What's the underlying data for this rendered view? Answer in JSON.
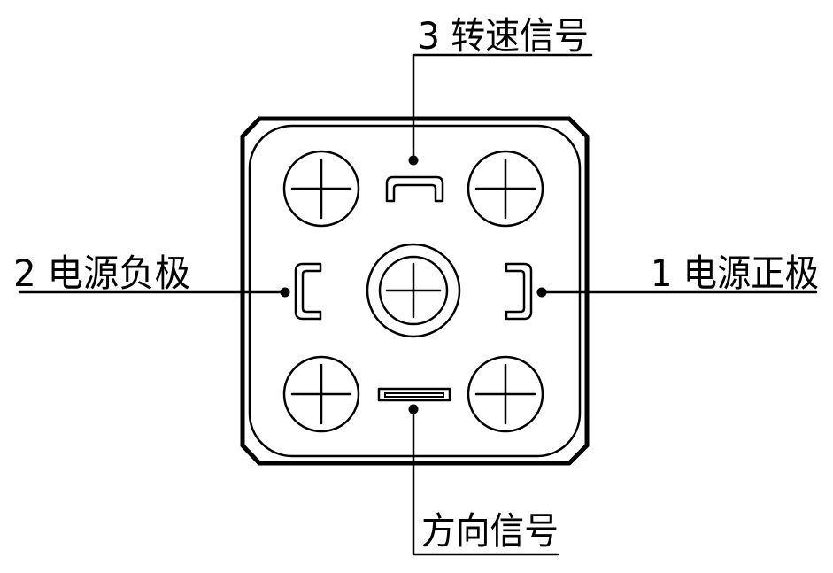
{
  "colors": {
    "line": "#000000",
    "background": "#ffffff"
  },
  "diagram": {
    "labels": {
      "pin3": "3 转速信号",
      "pin2": "2 电源负极",
      "pin1": "1 电源正极",
      "direction": "方向信号"
    }
  }
}
